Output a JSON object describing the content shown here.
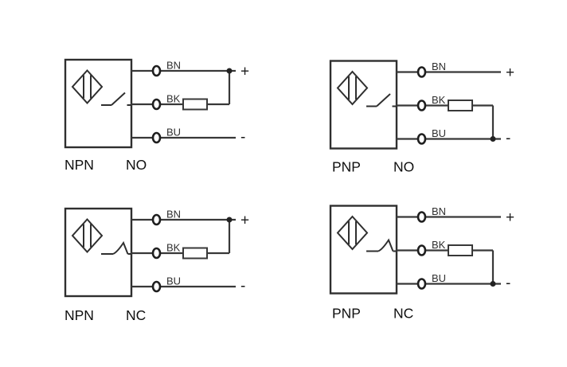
{
  "colors": {
    "background": "#ffffff",
    "line": "#383838",
    "wire_label": "#2f2f2f",
    "caption": "#0f0f0f"
  },
  "diagrams": [
    {
      "type": "NPN",
      "logic": "NO",
      "wires": {
        "brown": "BN",
        "black": "BK",
        "blue": "BU"
      },
      "plus": "+",
      "minus": "-",
      "switch_state": "normally-open",
      "load_connection": "BK-to-BN-plus"
    },
    {
      "type": "PNP",
      "logic": "NO",
      "wires": {
        "brown": "BN",
        "black": "BK",
        "blue": "BU"
      },
      "plus": "+",
      "minus": "-",
      "switch_state": "normally-open",
      "load_connection": "BK-to-BU-minus"
    },
    {
      "type": "NPN",
      "logic": "NC",
      "wires": {
        "brown": "BN",
        "black": "BK",
        "blue": "BU"
      },
      "plus": "+",
      "minus": "-",
      "switch_state": "normally-closed",
      "load_connection": "BK-to-BN-plus"
    },
    {
      "type": "PNP",
      "logic": "NC",
      "wires": {
        "brown": "BN",
        "black": "BK",
        "blue": "BU"
      },
      "plus": "+",
      "minus": "-",
      "switch_state": "normally-closed",
      "load_connection": "BK-to-BU-minus"
    }
  ]
}
